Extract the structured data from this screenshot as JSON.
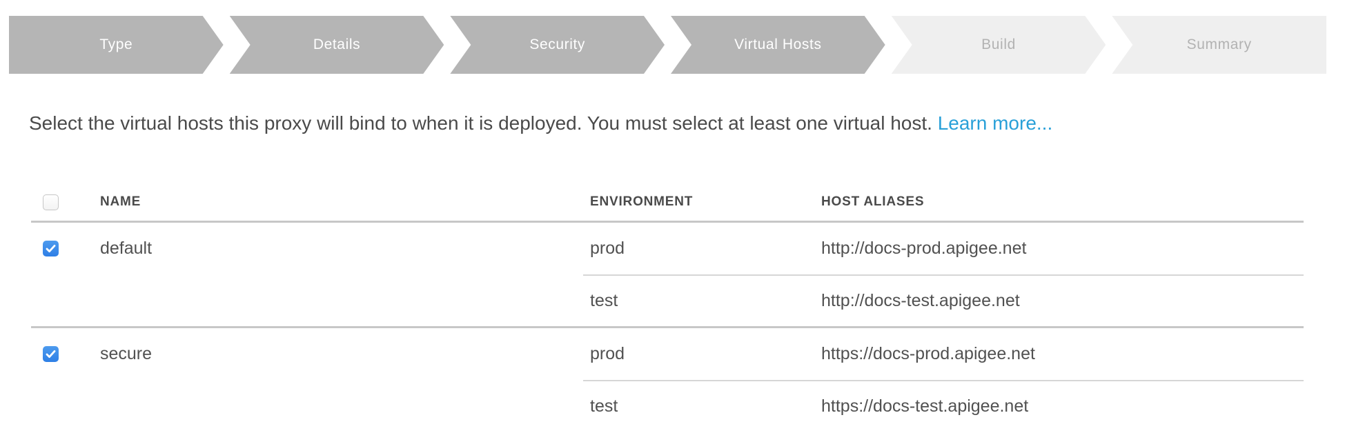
{
  "stepper": {
    "steps": [
      {
        "label": "Type",
        "state": "done"
      },
      {
        "label": "Details",
        "state": "done"
      },
      {
        "label": "Security",
        "state": "done"
      },
      {
        "label": "Virtual Hosts",
        "state": "done"
      },
      {
        "label": "Build",
        "state": "future"
      },
      {
        "label": "Summary",
        "state": "future"
      }
    ]
  },
  "instruction": {
    "text": "Select the virtual hosts this proxy will bind to when it is deployed. You must select at least one virtual host.",
    "link_label": "Learn more..."
  },
  "table": {
    "columns": {
      "name": "NAME",
      "environment": "ENVIRONMENT",
      "host_aliases": "HOST ALIASES"
    },
    "select_all_checked": false,
    "rows": [
      {
        "name": "default",
        "checked": true,
        "environments": [
          {
            "environment": "prod",
            "host_alias": "http://docs-prod.apigee.net"
          },
          {
            "environment": "test",
            "host_alias": "http://docs-test.apigee.net"
          }
        ]
      },
      {
        "name": "secure",
        "checked": true,
        "environments": [
          {
            "environment": "prod",
            "host_alias": "https://docs-prod.apigee.net"
          },
          {
            "environment": "test",
            "host_alias": "https://docs-test.apigee.net"
          }
        ]
      }
    ]
  },
  "colors": {
    "step_done_bg": "#b5b5b5",
    "step_future_bg": "#efefef",
    "link_blue": "#29a0d8",
    "checkbox_blue": "#3d8fe8",
    "divider_gray": "#c7c7c7",
    "text_gray": "#4a4a4a"
  }
}
